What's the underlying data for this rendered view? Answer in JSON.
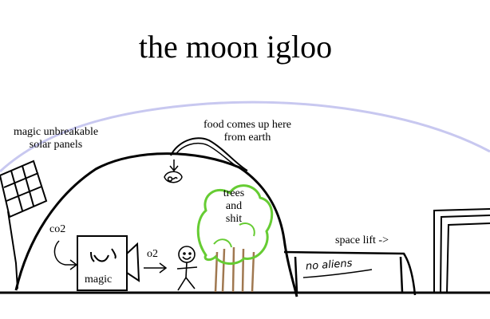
{
  "title": "the moon igloo",
  "labels": {
    "solar_panels": [
      "magic unbreakable",
      "solar panels"
    ],
    "food": [
      "food comes up here",
      "from earth"
    ],
    "trees": [
      "trees",
      "and",
      "shit"
    ],
    "co2": "co2",
    "o2": "o2",
    "magic_box": "magic",
    "space_lift": "space lift ->",
    "no_aliens": "no aliens"
  },
  "colors": {
    "ink": "#000000",
    "dome_outline": "#c8c8f0",
    "tree_green": "#66cc33",
    "trunk_brown": "#a07850"
  }
}
